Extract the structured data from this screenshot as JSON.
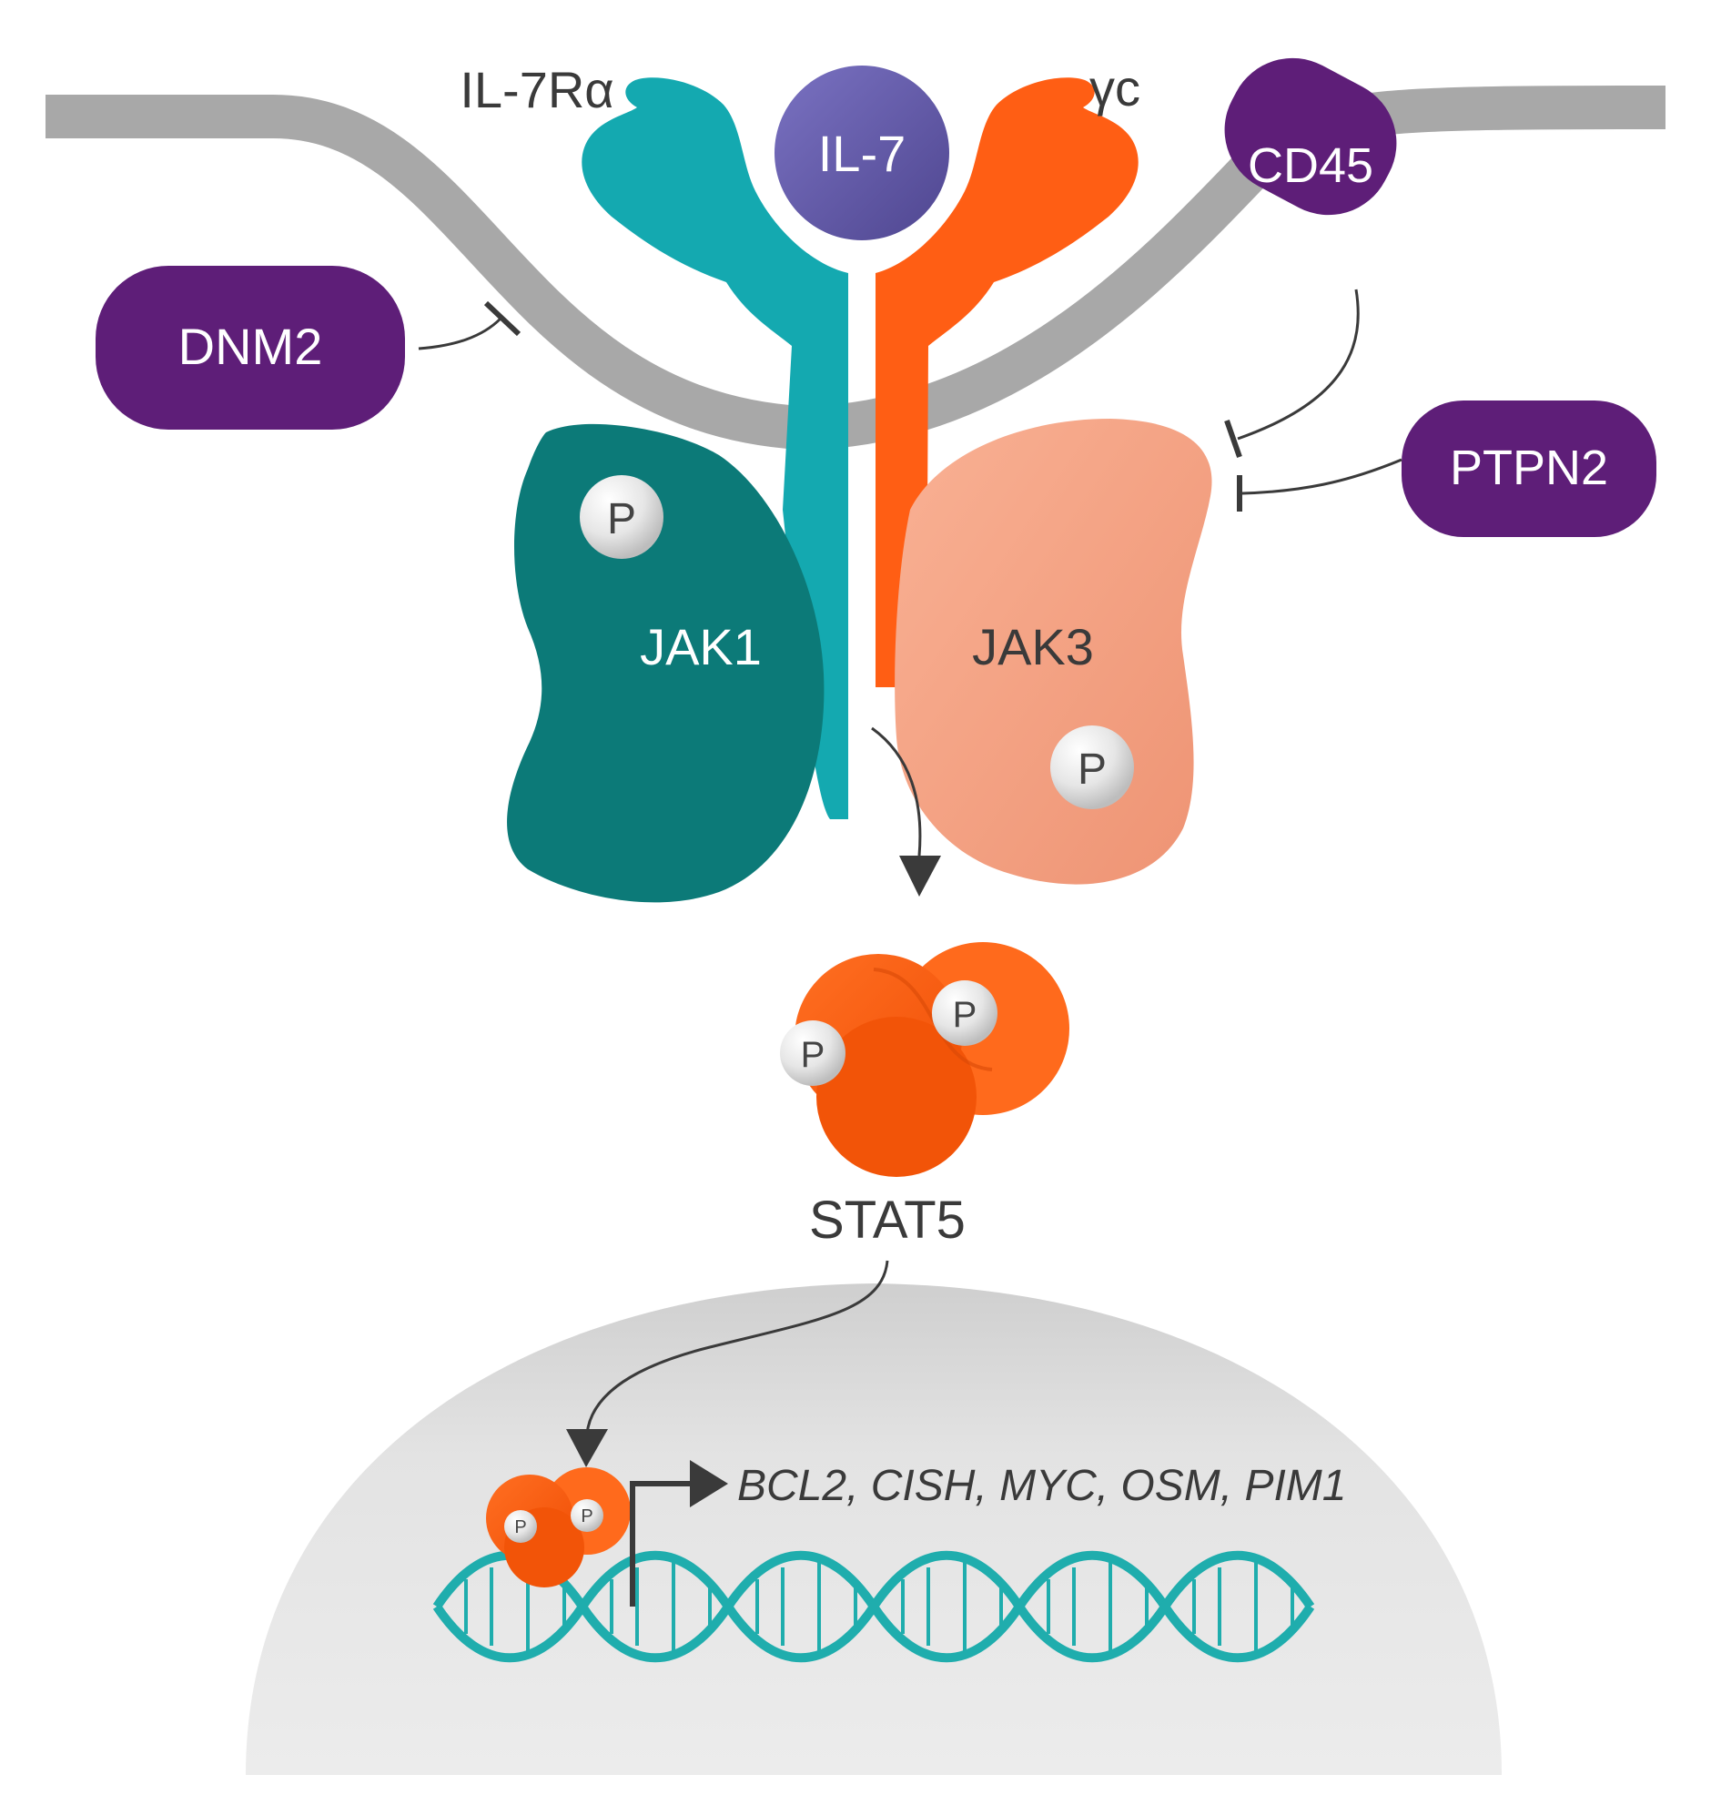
{
  "labels": {
    "receptor_alpha": "IL-7Rα",
    "ligand": "IL-7",
    "gamma_chain": "γc",
    "cd45": "CD45",
    "dnm2": "DNM2",
    "ptpn2": "PTPN2",
    "jak1": "JAK1",
    "jak3": "JAK3",
    "stat5": "STAT5",
    "phospho": "P",
    "target_genes": "BCL2, CISH, MYC, OSM, PIM1"
  },
  "colors": {
    "membrane": "#a8a8a8",
    "il7ra": "#14a9b0",
    "gamma_chain": "#ff5e14",
    "il7": "#6a5fa8",
    "inhibitor": "#5e1e78",
    "jak1": "#0c7a78",
    "jak3": "#f5a184",
    "stat5": "#ff5a10",
    "phospho": "#e6e6e6",
    "dna": "#1fadad",
    "nucleus": "#e2e2e2",
    "arrow": "#3a3a3a"
  },
  "icons": {
    "activation_arrow": "arrow-icon",
    "inhibition": "inhibition-bar-icon",
    "transcription_start": "bent-arrow-icon",
    "dna": "dna-helix-icon"
  }
}
